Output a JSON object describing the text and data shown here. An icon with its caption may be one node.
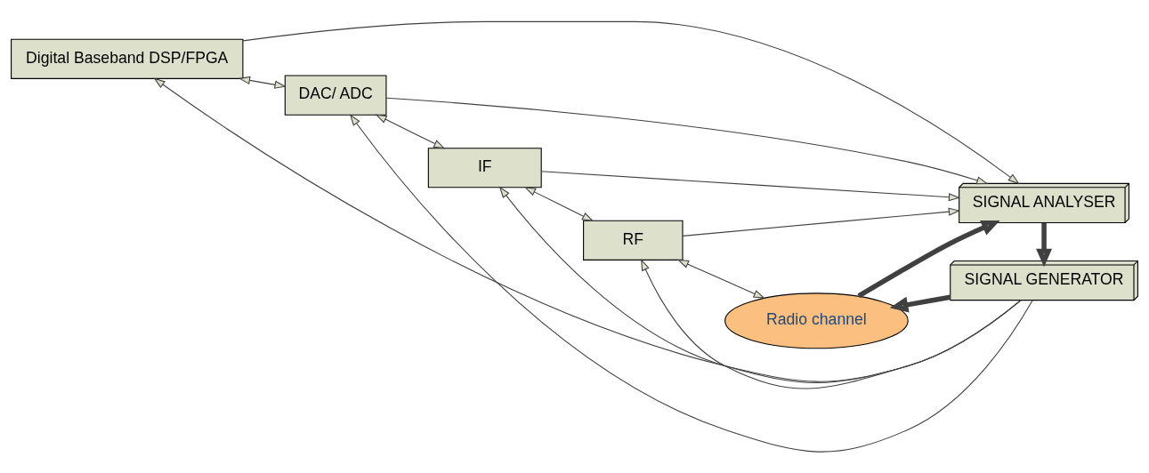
{
  "diagram": {
    "nodes": [
      {
        "text": [
          "Digital Baseband DSP/FPGA"
        ]
      },
      {
        "text": [
          "DAC/ ADC"
        ]
      },
      {
        "text": [
          "IF"
        ]
      },
      {
        "text": [
          "RF"
        ]
      },
      {
        "text": [
          "Radio channel"
        ]
      },
      {
        "text": [
          "SIGNAL ANALYSER"
        ]
      },
      {
        "text": [
          "SIGNAL GENERATOR"
        ]
      }
    ],
    "edges": [
      {
        "from": 0,
        "to": 1,
        "arrow": "both"
      },
      {
        "from": 1,
        "to": 2,
        "arrow": "both"
      },
      {
        "from": 2,
        "to": 3,
        "arrow": "both"
      },
      {
        "from": 3,
        "to": 4,
        "arrow": "both"
      },
      {
        "from": 0,
        "to": 5,
        "arrow": "to"
      },
      {
        "from": 1,
        "to": 5,
        "arrow": "to"
      },
      {
        "from": 2,
        "to": 5,
        "arrow": "to"
      },
      {
        "from": 3,
        "to": 5,
        "arrow": "to"
      },
      {
        "from": 4,
        "to": 5,
        "arrow": "to",
        "style": "thick"
      },
      {
        "from": 5,
        "to": 6,
        "arrow": "to",
        "style": "thick"
      },
      {
        "from": 6,
        "to": 4,
        "arrow": "to",
        "style": "thick"
      },
      {
        "from": 6,
        "to": 0,
        "arrow": "to"
      },
      {
        "from": 6,
        "to": 1,
        "arrow": "to"
      },
      {
        "from": 6,
        "to": 2,
        "arrow": "to"
      },
      {
        "from": 6,
        "to": 3,
        "arrow": "to"
      }
    ]
  }
}
